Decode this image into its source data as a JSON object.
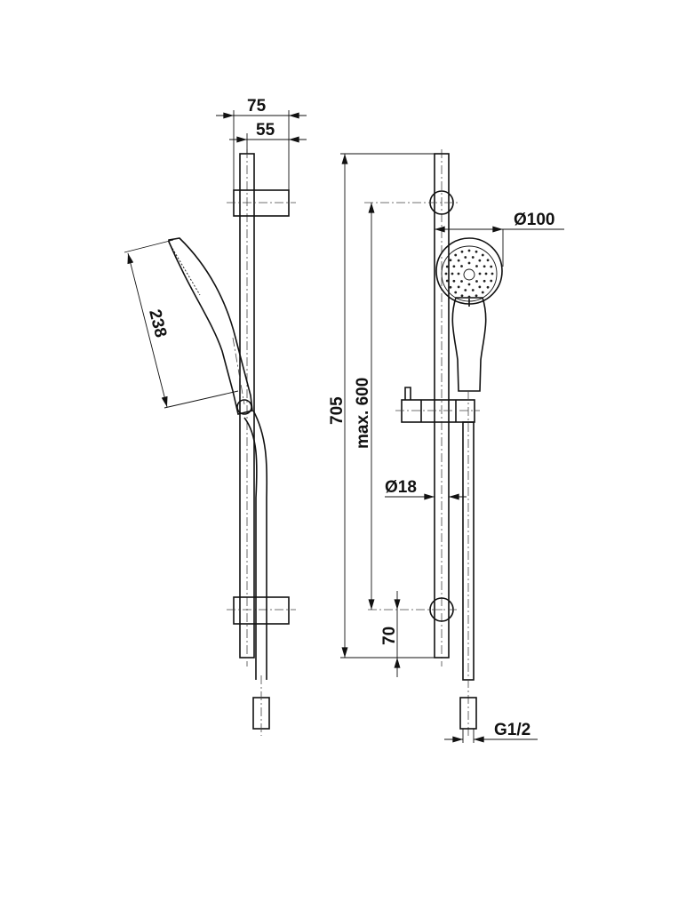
{
  "drawing": {
    "title": "Shower rail set dimension drawing",
    "dimensions": {
      "bracket_depth_total": "75",
      "bracket_depth_axis": "55",
      "hand_shower_length": "238",
      "rail_height": "705",
      "bracket_spacing": "max. 600",
      "head_diameter": "Ø100",
      "rail_diameter": "Ø18",
      "bottom_offset": "70",
      "connection_thread": "G1/2"
    },
    "colors": {
      "line": "#111111",
      "background": "#ffffff"
    }
  }
}
